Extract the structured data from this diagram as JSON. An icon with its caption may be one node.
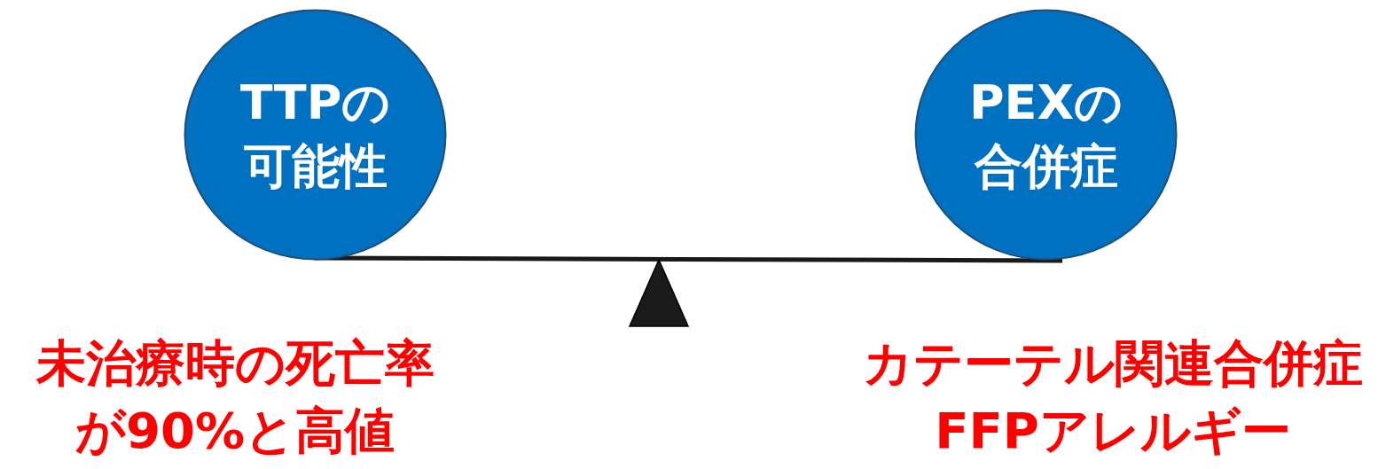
{
  "diagram": {
    "nodes": [
      {
        "text": [
          "TTPの可能性"
        ]
      },
      {
        "text": [
          "PEXの合併症"
        ]
      }
    ],
    "edges": [
      {
        "from": 0,
        "to": 1,
        "arrow": "none"
      }
    ],
    "labels": [
      "未治療時の死亡率が90%と高値",
      "カテーテル関連合併症",
      "FFPアレルギー"
    ]
  }
}
